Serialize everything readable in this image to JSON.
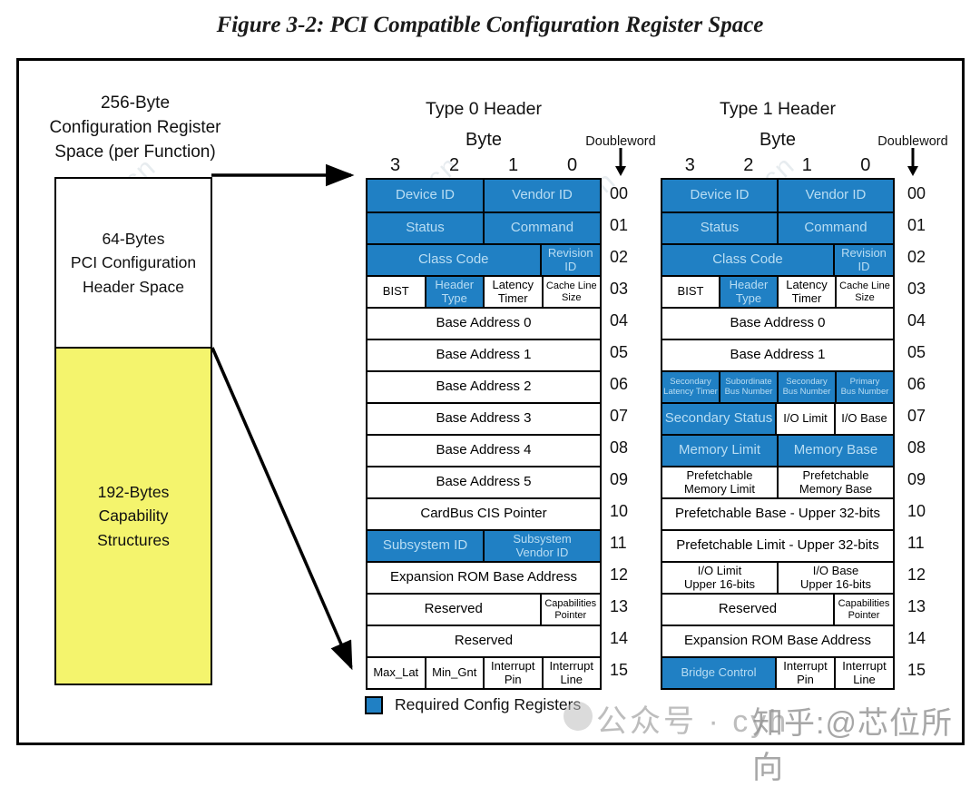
{
  "figure": {
    "title": "Figure 3-2: PCI Compatible Configuration Register Space"
  },
  "left_panel": {
    "caption": "256-Byte\nConfiguration Register\nSpace (per Function)",
    "header_space": "64-Bytes\nPCI Configuration\nHeader Space",
    "capability": "192-Bytes\nCapability\nStructures",
    "capability_fill_color": "#f4f46d"
  },
  "legend": {
    "label": "Required Config Registers",
    "swatch_color": "#2080c4"
  },
  "colors": {
    "required_register_blue": "#2080c4",
    "blue_cell_text": "#b9ddf3",
    "capability_yellow": "#f4f46d"
  },
  "watermarks": {
    "site": "php.cn",
    "footer_primary": "公众号 · cyh",
    "footer_secondary": "知乎:@芯位所向"
  },
  "tables": [
    {
      "title": "Type 0 Header",
      "byte_label": "Byte",
      "doubleword_label": "Doubleword",
      "byte_digits": [
        "3",
        "2",
        "1",
        "0"
      ],
      "rows": [
        {
          "dw": "00",
          "cells": [
            {
              "label": "Device ID",
              "span": 2,
              "blue": true,
              "size": "md"
            },
            {
              "label": "Vendor ID",
              "span": 2,
              "blue": true,
              "size": "md"
            }
          ]
        },
        {
          "dw": "01",
          "cells": [
            {
              "label": "Status",
              "span": 2,
              "blue": true,
              "size": "md"
            },
            {
              "label": "Command",
              "span": 2,
              "blue": true,
              "size": "md"
            }
          ]
        },
        {
          "dw": "02",
          "cells": [
            {
              "label": "Class Code",
              "span": 3,
              "blue": true,
              "size": "md"
            },
            {
              "label": "Revision\nID",
              "span": 1,
              "blue": true,
              "size": "sm"
            }
          ]
        },
        {
          "dw": "03",
          "cells": [
            {
              "label": "BIST",
              "span": 1,
              "blue": false,
              "size": "sm"
            },
            {
              "label": "Header\nType",
              "span": 1,
              "blue": true,
              "size": "sm"
            },
            {
              "label": "Latency\nTimer",
              "span": 1,
              "blue": false,
              "size": "sm"
            },
            {
              "label": "Cache Line\nSize",
              "span": 1,
              "blue": false,
              "size": "xs"
            }
          ]
        },
        {
          "dw": "04",
          "cells": [
            {
              "label": "Base Address 0",
              "span": 4,
              "blue": false,
              "size": "md"
            }
          ]
        },
        {
          "dw": "05",
          "cells": [
            {
              "label": "Base Address 1",
              "span": 4,
              "blue": false,
              "size": "md"
            }
          ]
        },
        {
          "dw": "06",
          "cells": [
            {
              "label": "Base Address 2",
              "span": 4,
              "blue": false,
              "size": "md"
            }
          ]
        },
        {
          "dw": "07",
          "cells": [
            {
              "label": "Base Address 3",
              "span": 4,
              "blue": false,
              "size": "md"
            }
          ]
        },
        {
          "dw": "08",
          "cells": [
            {
              "label": "Base Address 4",
              "span": 4,
              "blue": false,
              "size": "md"
            }
          ]
        },
        {
          "dw": "09",
          "cells": [
            {
              "label": "Base Address 5",
              "span": 4,
              "blue": false,
              "size": "md"
            }
          ]
        },
        {
          "dw": "10",
          "cells": [
            {
              "label": "CardBus CIS Pointer",
              "span": 4,
              "blue": false,
              "size": "md"
            }
          ]
        },
        {
          "dw": "11",
          "cells": [
            {
              "label": "Subsystem ID",
              "span": 2,
              "blue": true,
              "size": "md"
            },
            {
              "label": "Subsystem\nVendor ID",
              "span": 2,
              "blue": true,
              "size": "sm"
            }
          ]
        },
        {
          "dw": "12",
          "cells": [
            {
              "label": "Expansion ROM Base Address",
              "span": 4,
              "blue": false,
              "size": "md"
            }
          ]
        },
        {
          "dw": "13",
          "cells": [
            {
              "label": "Reserved",
              "span": 3,
              "blue": false,
              "size": "md"
            },
            {
              "label": "Capabilities\nPointer",
              "span": 1,
              "blue": false,
              "size": "xs"
            }
          ]
        },
        {
          "dw": "14",
          "cells": [
            {
              "label": "Reserved",
              "span": 4,
              "blue": false,
              "size": "md"
            }
          ]
        },
        {
          "dw": "15",
          "cells": [
            {
              "label": "Max_Lat",
              "span": 1,
              "blue": false,
              "size": "sm"
            },
            {
              "label": "Min_Gnt",
              "span": 1,
              "blue": false,
              "size": "sm"
            },
            {
              "label": "Interrupt\nPin",
              "span": 1,
              "blue": false,
              "size": "sm"
            },
            {
              "label": "Interrupt\nLine",
              "span": 1,
              "blue": false,
              "size": "sm"
            }
          ]
        }
      ]
    },
    {
      "title": "Type 1 Header",
      "byte_label": "Byte",
      "doubleword_label": "Doubleword",
      "byte_digits": [
        "3",
        "2",
        "1",
        "0"
      ],
      "rows": [
        {
          "dw": "00",
          "cells": [
            {
              "label": "Device ID",
              "span": 2,
              "blue": true,
              "size": "md"
            },
            {
              "label": "Vendor ID",
              "span": 2,
              "blue": true,
              "size": "md"
            }
          ]
        },
        {
          "dw": "01",
          "cells": [
            {
              "label": "Status",
              "span": 2,
              "blue": true,
              "size": "md"
            },
            {
              "label": "Command",
              "span": 2,
              "blue": true,
              "size": "md"
            }
          ]
        },
        {
          "dw": "02",
          "cells": [
            {
              "label": "Class Code",
              "span": 3,
              "blue": true,
              "size": "md"
            },
            {
              "label": "Revision\nID",
              "span": 1,
              "blue": true,
              "size": "sm"
            }
          ]
        },
        {
          "dw": "03",
          "cells": [
            {
              "label": "BIST",
              "span": 1,
              "blue": false,
              "size": "sm"
            },
            {
              "label": "Header\nType",
              "span": 1,
              "blue": true,
              "size": "sm"
            },
            {
              "label": "Latency\nTimer",
              "span": 1,
              "blue": false,
              "size": "sm"
            },
            {
              "label": "Cache Line\nSize",
              "span": 1,
              "blue": false,
              "size": "xs"
            }
          ]
        },
        {
          "dw": "04",
          "cells": [
            {
              "label": "Base Address 0",
              "span": 4,
              "blue": false,
              "size": "md"
            }
          ]
        },
        {
          "dw": "05",
          "cells": [
            {
              "label": "Base Address 1",
              "span": 4,
              "blue": false,
              "size": "md"
            }
          ]
        },
        {
          "dw": "06",
          "cells": [
            {
              "label": "Secondary\nLatency Timer",
              "span": 1,
              "blue": true,
              "size": "xxs"
            },
            {
              "label": "Subordinate\nBus Number",
              "span": 1,
              "blue": true,
              "size": "xxs"
            },
            {
              "label": "Secondary\nBus Number",
              "span": 1,
              "blue": true,
              "size": "xxs"
            },
            {
              "label": "Primary\nBus Number",
              "span": 1,
              "blue": true,
              "size": "xxs"
            }
          ]
        },
        {
          "dw": "07",
          "cells": [
            {
              "label": "Secondary Status",
              "span": 2,
              "blue": true,
              "size": "md"
            },
            {
              "label": "I/O Limit",
              "span": 1,
              "blue": false,
              "size": "sm"
            },
            {
              "label": "I/O Base",
              "span": 1,
              "blue": false,
              "size": "sm"
            }
          ]
        },
        {
          "dw": "08",
          "cells": [
            {
              "label": "Memory Limit",
              "span": 2,
              "blue": true,
              "size": "md"
            },
            {
              "label": "Memory Base",
              "span": 2,
              "blue": true,
              "size": "md"
            }
          ]
        },
        {
          "dw": "09",
          "cells": [
            {
              "label": "Prefetchable\nMemory Limit",
              "span": 2,
              "blue": false,
              "size": "sm"
            },
            {
              "label": "Prefetchable\nMemory Base",
              "span": 2,
              "blue": false,
              "size": "sm"
            }
          ]
        },
        {
          "dw": "10",
          "cells": [
            {
              "label": "Prefetchable Base - Upper 32-bits",
              "span": 4,
              "blue": false,
              "size": "md"
            }
          ]
        },
        {
          "dw": "11",
          "cells": [
            {
              "label": "Prefetchable Limit - Upper 32-bits",
              "span": 4,
              "blue": false,
              "size": "md"
            }
          ]
        },
        {
          "dw": "12",
          "cells": [
            {
              "label": "I/O Limit\nUpper 16-bits",
              "span": 2,
              "blue": false,
              "size": "sm"
            },
            {
              "label": "I/O Base\nUpper 16-bits",
              "span": 2,
              "blue": false,
              "size": "sm"
            }
          ]
        },
        {
          "dw": "13",
          "cells": [
            {
              "label": "Reserved",
              "span": 3,
              "blue": false,
              "size": "md"
            },
            {
              "label": "Capabilities\nPointer",
              "span": 1,
              "blue": false,
              "size": "xs"
            }
          ]
        },
        {
          "dw": "14",
          "cells": [
            {
              "label": "Expansion ROM Base Address",
              "span": 4,
              "blue": false,
              "size": "md"
            }
          ]
        },
        {
          "dw": "15",
          "cells": [
            {
              "label": "Bridge Control",
              "span": 2,
              "blue": true,
              "size": "sm"
            },
            {
              "label": "Interrupt\nPin",
              "span": 1,
              "blue": false,
              "size": "sm"
            },
            {
              "label": "Interrupt\nLine",
              "span": 1,
              "blue": false,
              "size": "sm"
            }
          ]
        }
      ]
    }
  ]
}
